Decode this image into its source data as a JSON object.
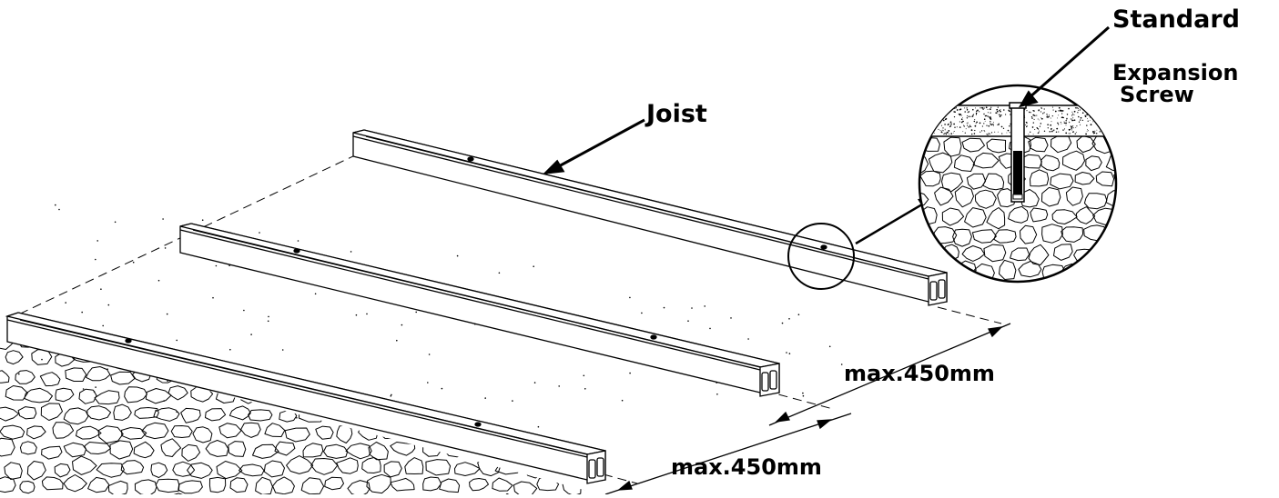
{
  "labels": {
    "joist": "Joist",
    "standard": "Standard",
    "expansion": "Expansion",
    "screw": "Screw",
    "spacing_upper": "max.450mm",
    "spacing_lower": "max.450mm"
  },
  "colors": {
    "line": "#000000",
    "background": "#ffffff",
    "screw_body": "#000000"
  }
}
